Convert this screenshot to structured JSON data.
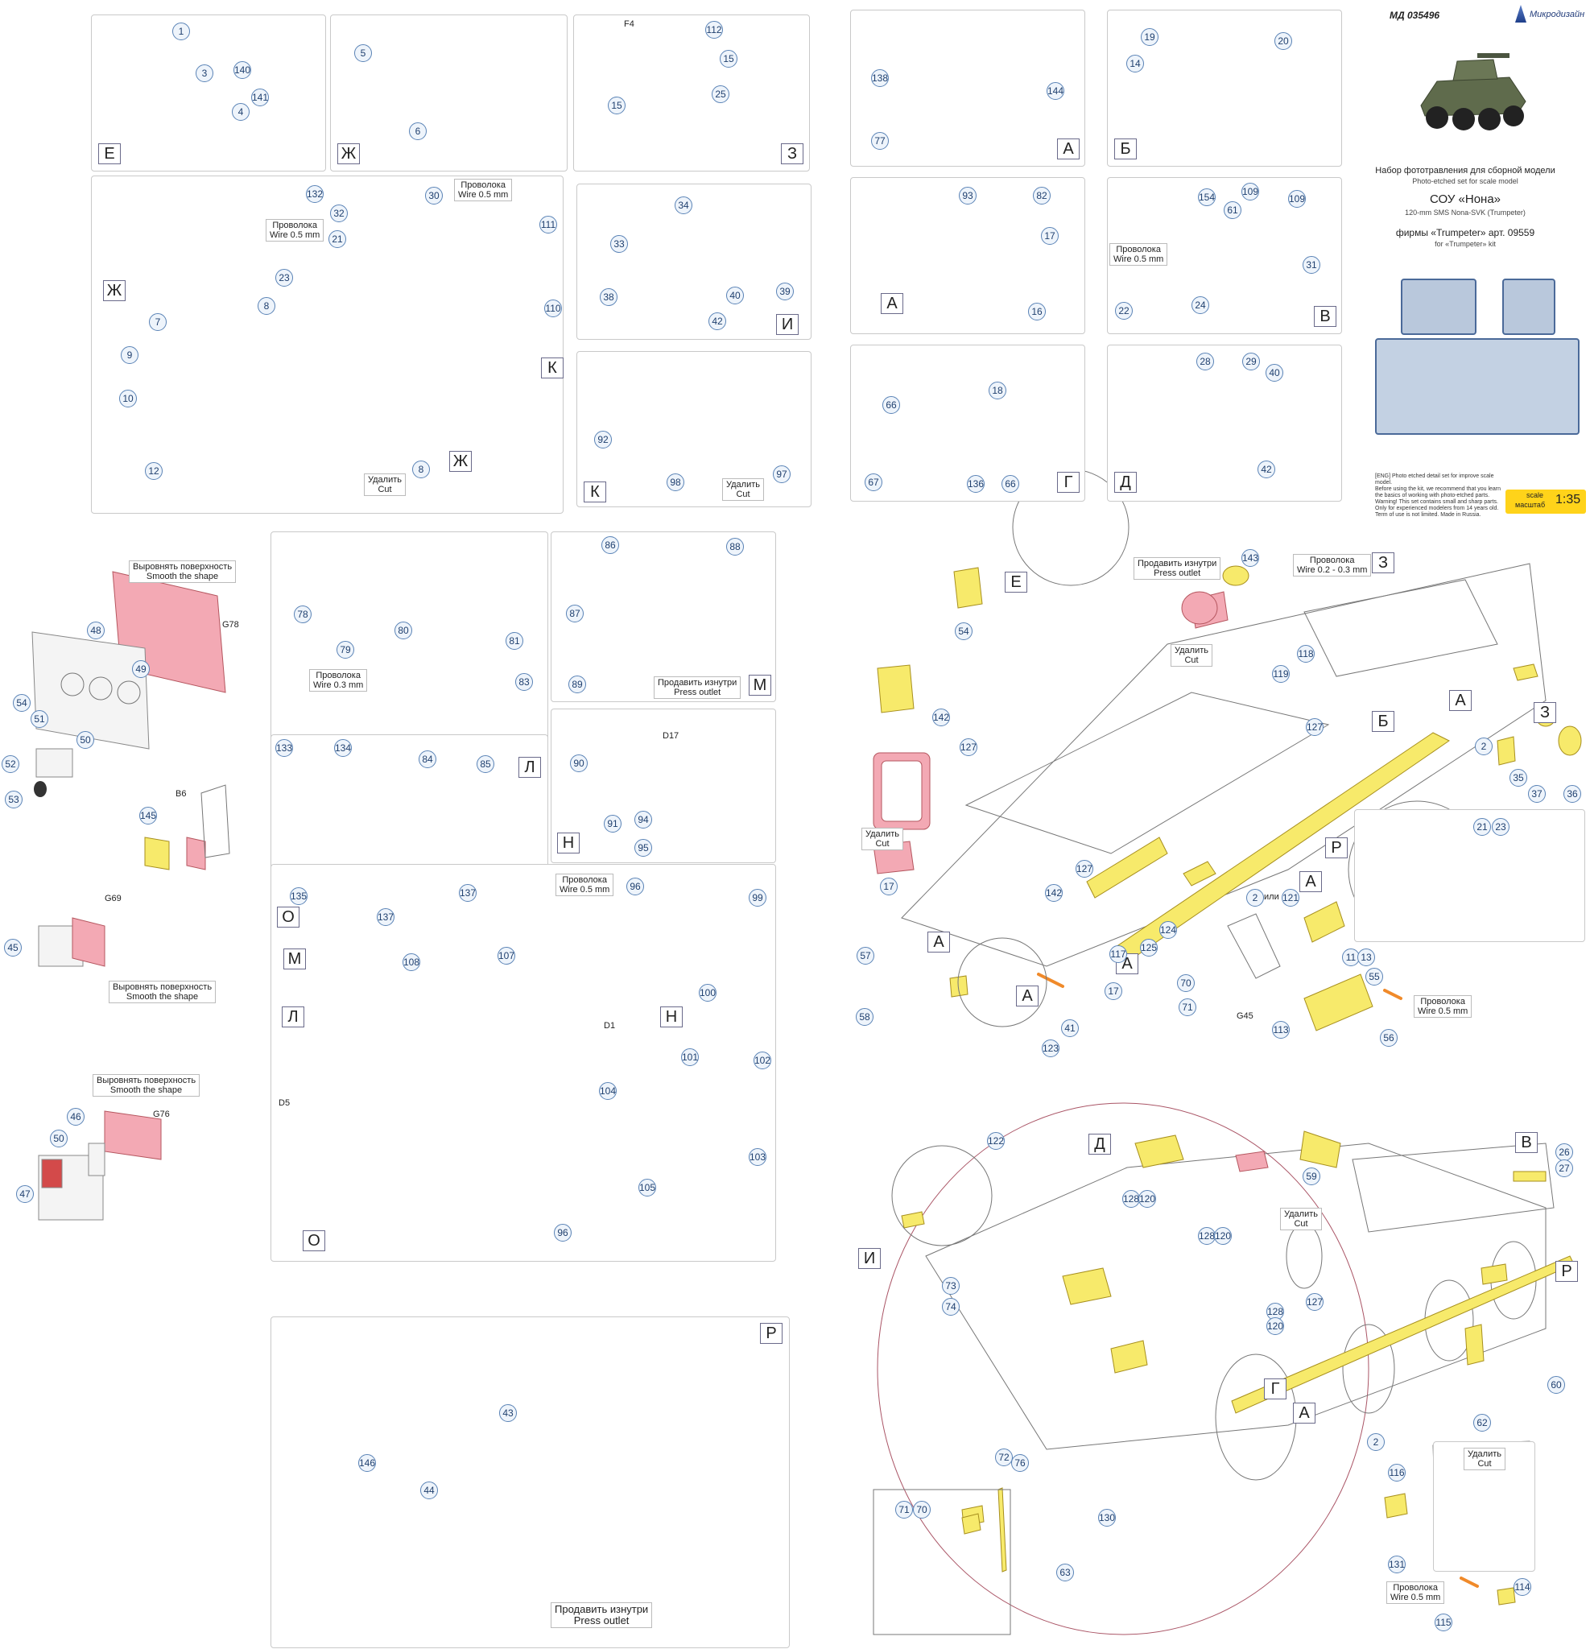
{
  "header": {
    "code": "МД 035496",
    "brand": "Микродизайн",
    "title_ru": "Набор фототравления для сборной модели",
    "title_en": "Photo-etched set for scale model",
    "model_ru": "СОУ «Нона»",
    "model_en": "120-mm SMS Nona-SVK (Trumpeter)",
    "kit_ru": "фирмы «Trumpeter» арт. 09559",
    "kit_en": "for «Trumpeter» kit",
    "notes_en": [
      "[ENG] Photo etched detail set for improve scale model.",
      "Before using the kit, we recommend that you learn",
      "the basics of working with photo-etched parts.",
      "Warning! This set contains small and sharp parts.",
      "Only for experienced modelers from 14 years old.",
      "Term of use is not limited. Made in Russia."
    ],
    "scale_label_en": "scale",
    "scale_label_ru": "масштаб",
    "scale_value": "1:35"
  },
  "labels": {
    "wire05": [
      "Проволока",
      "Wire 0.5 mm"
    ],
    "wire03": [
      "Проволока",
      "Wire 0.3 mm"
    ],
    "wire0203": [
      "Проволока",
      "Wire 0.2 - 0.3 mm"
    ],
    "cut": [
      "Удалить",
      "Cut"
    ],
    "press": [
      "Продавить изнутри",
      "Press outlet"
    ],
    "smooth": [
      "Выровнять поверхность",
      "Smooth the shape"
    ],
    "or": "или"
  },
  "panels": {
    "E": "Е",
    "Zh": "Ж",
    "Z": "З",
    "K": "К",
    "I": "И",
    "A": "А",
    "B": "Б",
    "V": "В",
    "G": "Г",
    "D": "Д",
    "L": "Л",
    "M": "М",
    "N": "Н",
    "O": "О",
    "R": "Р"
  },
  "kit_refs": [
    "F4",
    "D17",
    "D1",
    "D5",
    "B6",
    "G78",
    "G69",
    "G76",
    "G45"
  ],
  "callouts": {
    "p_e": [
      "1",
      "3",
      "140",
      "141",
      "4"
    ],
    "p_zh": [
      "5",
      "6"
    ],
    "p_z": [
      "112",
      "15",
      "15",
      "25"
    ],
    "p_k": [
      "132",
      "32",
      "30",
      "21",
      "23",
      "111",
      "110",
      "7",
      "8",
      "9",
      "10",
      "12",
      "8"
    ],
    "p_i": [
      "33",
      "34",
      "38",
      "40",
      "39",
      "42"
    ],
    "p_k2": [
      "92",
      "98",
      "97"
    ],
    "p_a1": [
      "138",
      "144",
      "77"
    ],
    "p_b": [
      "19",
      "20",
      "14"
    ],
    "p_a2": [
      "93",
      "82",
      "17",
      "16"
    ],
    "p_v": [
      "154",
      "61",
      "109",
      "109",
      "31",
      "22",
      "24"
    ],
    "p_g": [
      "66",
      "18",
      "67",
      "136",
      "66"
    ],
    "p_d": [
      "28",
      "29",
      "40",
      "42"
    ],
    "dash": [
      "48",
      "49",
      "54",
      "51",
      "50",
      "52",
      "53",
      "145",
      "45",
      "46",
      "50",
      "47"
    ],
    "p_l": [
      "78",
      "80",
      "79",
      "81",
      "83",
      "84",
      "85"
    ],
    "p_m": [
      "86",
      "88",
      "87",
      "89"
    ],
    "p_n": [
      "90",
      "91",
      "94",
      "95"
    ],
    "p_o": [
      "133",
      "134",
      "135",
      "137",
      "137"
    ],
    "p_gun": [
      "108",
      "107",
      "96",
      "99",
      "100",
      "101",
      "102",
      "104",
      "103",
      "105",
      "96"
    ],
    "p_r": [
      "43",
      "146",
      "44"
    ],
    "hull_top": [
      "143",
      "54",
      "118",
      "119",
      "127",
      "142",
      "127",
      "2",
      "35",
      "37",
      "36",
      "17",
      "127",
      "142",
      "21",
      "23",
      "124",
      "125",
      "117",
      "2",
      "121",
      "57",
      "58",
      "123",
      "41",
      "17",
      "70",
      "71",
      "11",
      "13",
      "55",
      "113",
      "56"
    ],
    "hull_bottom": [
      "122",
      "59",
      "128",
      "120",
      "128",
      "120",
      "26",
      "27",
      "73",
      "74",
      "127",
      "128",
      "120",
      "60",
      "62",
      "2",
      "116",
      "72",
      "76",
      "130",
      "71",
      "70",
      "131",
      "63",
      "114",
      "115"
    ]
  }
}
